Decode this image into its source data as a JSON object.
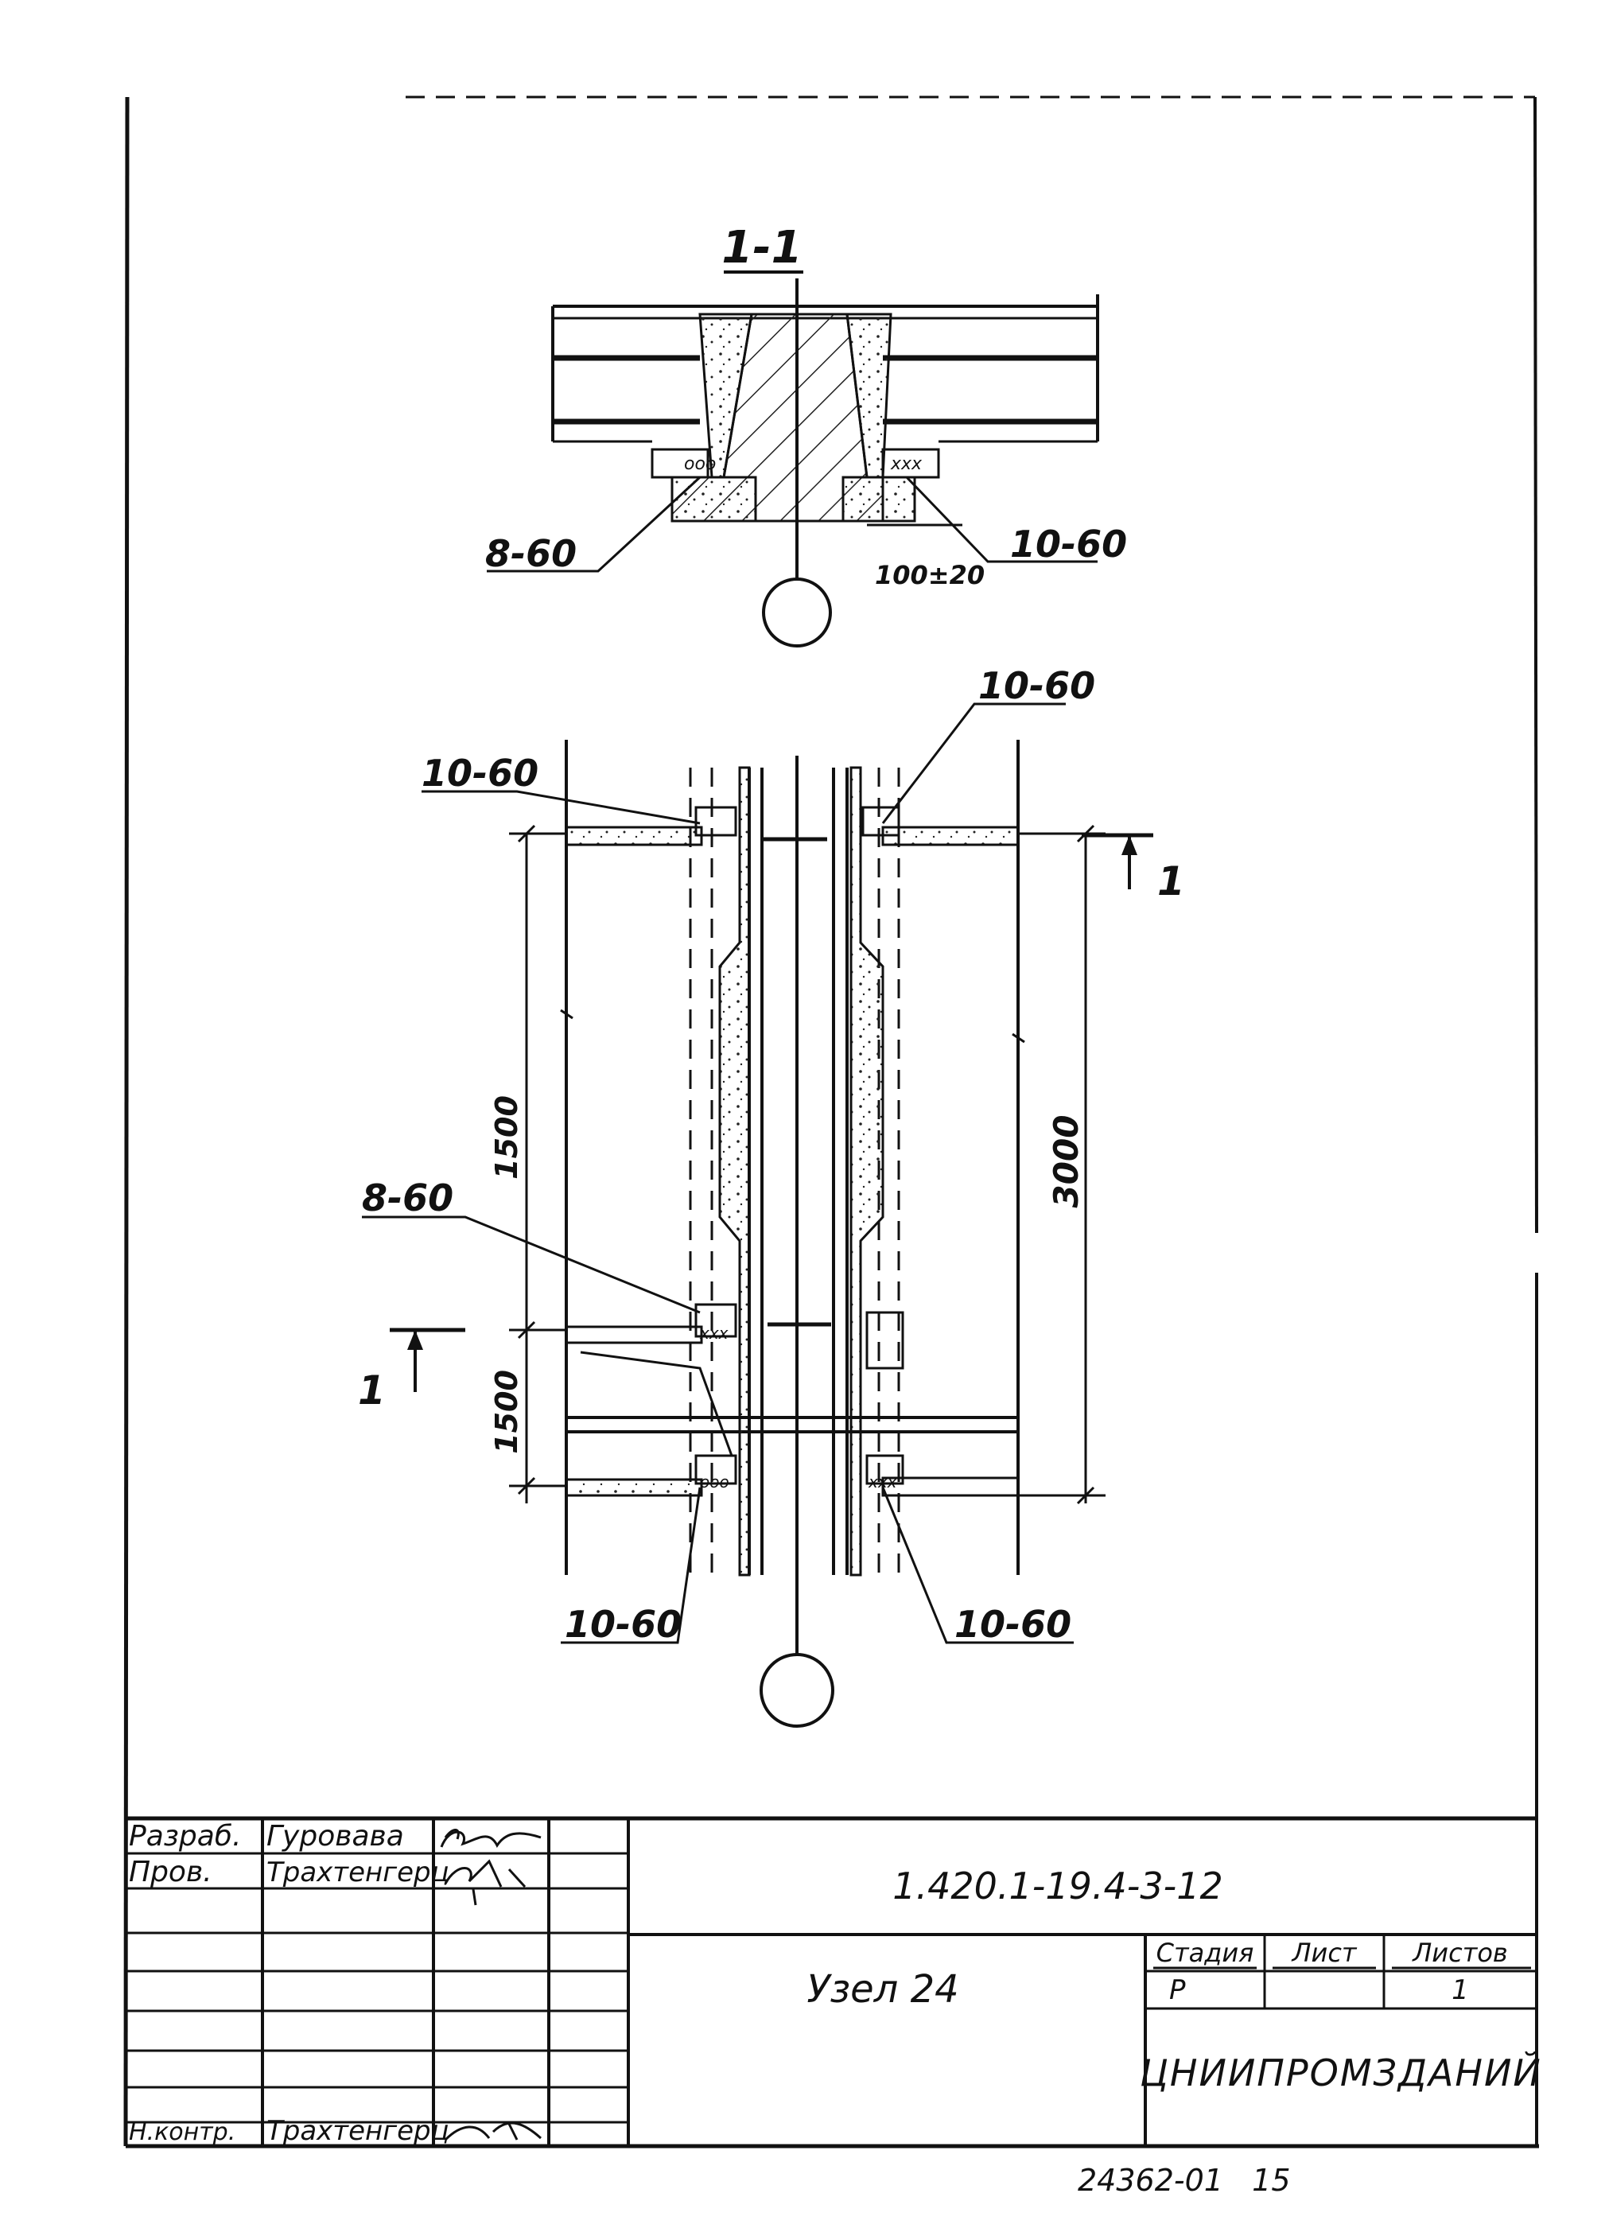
{
  "section": {
    "title": "1-1",
    "mark_left": "8-60",
    "mark_right": "10-60",
    "dimension": "100±20"
  },
  "plan": {
    "mark_top_left": "10-60",
    "mark_top_right": "10-60",
    "mark_middle_left": "8-60",
    "mark_bottom_left": "10-60",
    "mark_bottom_right": "10-60",
    "dim_upper": "1500",
    "dim_lower": "1500",
    "dim_total": "3000",
    "section_mark_left": "1",
    "section_mark_right": "1"
  },
  "title_block": {
    "rows": [
      {
        "role": "Разраб.",
        "name": "Гуровава"
      },
      {
        "role": "Пров.",
        "name": "Трахтенгерц"
      },
      {
        "role": "",
        "name": ""
      },
      {
        "role": "",
        "name": ""
      },
      {
        "role": "",
        "name": ""
      },
      {
        "role": "",
        "name": ""
      },
      {
        "role": "Н.контр.",
        "name": "Трахтенгерц"
      }
    ],
    "document_code": "1.420.1-19.4-3-12",
    "sheet_name": "Узел 24",
    "stage_header": "Стадия",
    "sheet_header": "Лист",
    "sheets_header": "Листов",
    "stage_value": "Р",
    "sheet_value": "",
    "sheets_value": "1",
    "organization": "ЦНИИПРОМЗДАНИЙ"
  },
  "footer_code": "24362-01   15"
}
